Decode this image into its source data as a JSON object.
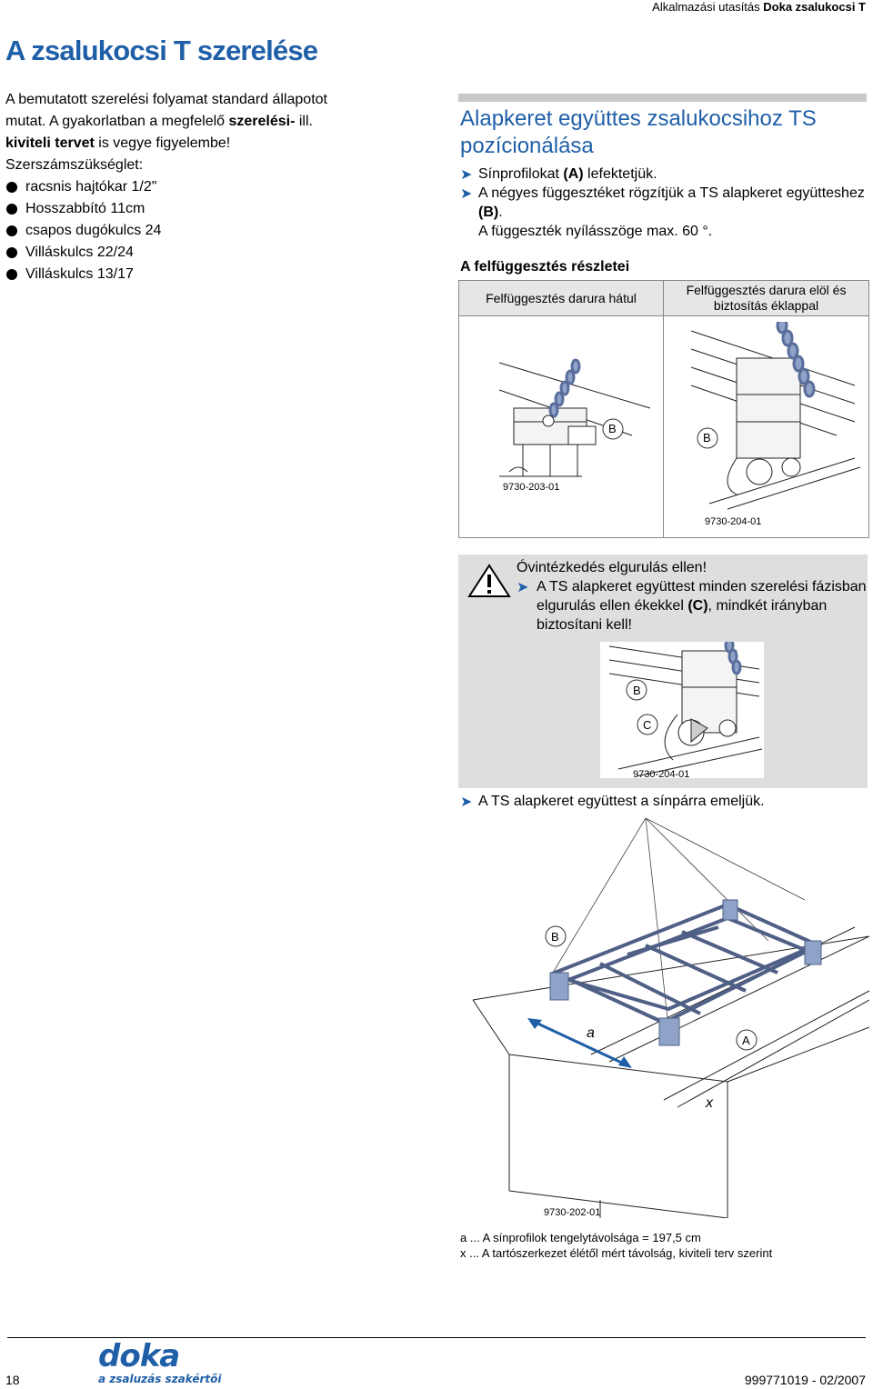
{
  "header": {
    "prefix": "Alkalmazási utasítás",
    "product": "Doka zsalukocsi T"
  },
  "title": "A zsalukocsi T szerelése",
  "intro": {
    "line1": "A bemutatott szerelési folyamat standard állapotot",
    "line2_a": "mutat. A gyakorlatban a megfelelő ",
    "line2_b": "szerelési-",
    "line2_c": " ill.",
    "line3_a": "kiviteli tervet",
    "line3_b": " is vegye figyelembe!",
    "tools_heading": "Szerszámszükséglet:",
    "tools": [
      "racsnis hajtókar 1/2\"",
      "Hosszabbító 11cm",
      "csapos dugókulcs 24",
      "Villáskulcs 22/24",
      "Villáskulcs 13/17"
    ]
  },
  "section": {
    "title": "Alapkeret együttes zsalukocsihoz TS pozícionálása",
    "steps": [
      {
        "text_a": "Sínprofilokat ",
        "bold": "(A)",
        "text_b": " lefektetjük."
      },
      {
        "text_a": "A négyes függesztéket rögzítjük a TS alapkeret együtteshez ",
        "bold": "(B)",
        "text_b": ".",
        "extra": "A függeszték nyílásszöge max. 60 °."
      }
    ],
    "detail_heading": "A felfüggesztés részletei",
    "table": {
      "col_left": "Felfüggesztés darura hátul",
      "col_right": "Felfüggesztés darura elöl és biztosítás éklappal",
      "left_code": "9730-203-01",
      "right_code": "9730-204-01",
      "label_b": "B"
    }
  },
  "warning": {
    "title": "Óvintézkedés elgurulás ellen!",
    "text_a": "A TS alapkeret együttest minden szerelési fázisban elgurulás ellen ékekkel ",
    "bold": "(C)",
    "text_b": ", mindkét irányban biztosítani kell!",
    "label_b": "B",
    "label_c": "C",
    "code": "9730-204-01"
  },
  "lift_step": "A TS alapkeret együttest a sínpárra emeljük.",
  "big_figure": {
    "label_b": "B",
    "label_a_dim": "a",
    "label_A": "A",
    "label_x": "x",
    "code": "9730-202-01"
  },
  "footnotes": {
    "a": "a ... A sínprofilok tengelytávolsága = 197,5 cm",
    "x": "x ... A tartószerkezet élétől mért távolság, kiviteli terv szerint"
  },
  "footer": {
    "page_number": "18",
    "doc_code": "999771019  - 02/2007",
    "logo_word": "doka",
    "logo_tagline": "a zsaluzás szakértői"
  },
  "colors": {
    "accent_blue": "#1f5fa8",
    "table_header_gray": "#e6e6e6",
    "warning_gray": "#dedede",
    "steel_blue": "#8fa3c8"
  }
}
